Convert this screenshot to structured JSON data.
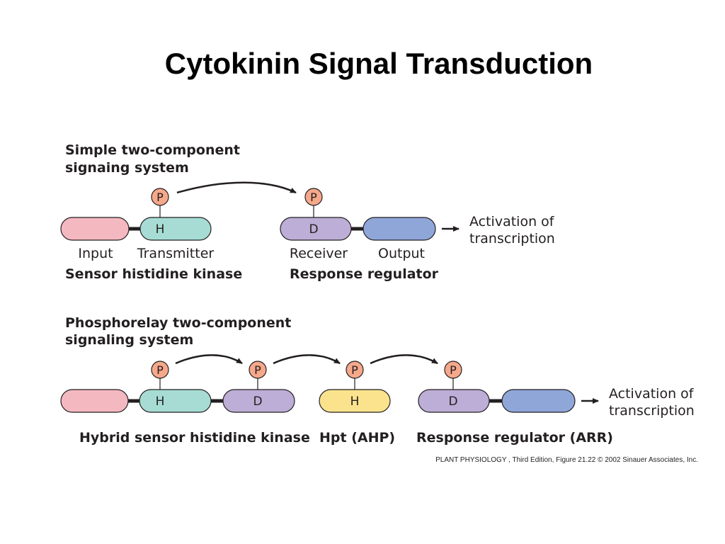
{
  "title": "Cytokinin Signal Transduction",
  "simple": {
    "heading_line1": "Simple two-component",
    "heading_line2": "signaing system",
    "phospho": "P",
    "transmitter_domain": "H",
    "receiver_domain": "D",
    "input_label": "Input",
    "transmitter_label": "Transmitter",
    "receiver_label": "Receiver",
    "output_label": "Output",
    "sensor_caption": "Sensor histidine kinase",
    "regulator_caption": "Response regulator",
    "activation_line1": "Activation of",
    "activation_line2": "transcription"
  },
  "phosphorelay": {
    "heading_line1": "Phosphorelay two-component",
    "heading_line2": "signaling system",
    "phospho": "P",
    "h_domain": "H",
    "d_domain": "D",
    "hpt_domain": "H",
    "rr_domain": "D",
    "hybrid_caption": "Hybrid sensor histidine kinase",
    "hpt_caption": "Hpt (AHP)",
    "rr_caption": "Response regulator (ARR)",
    "activation_line1": "Activation of",
    "activation_line2": "transcription"
  },
  "credit": "PLANT PHYSIOLOGY , Third Edition, Figure 21.22  © 2002 Sinauer Associates, Inc.",
  "colors": {
    "input": "#f4b8c1",
    "transmitter": "#a6dcd3",
    "receiver": "#bcaed6",
    "output": "#8fa6d9",
    "hpt": "#fbe38d",
    "phospho": "#f6a88b"
  }
}
